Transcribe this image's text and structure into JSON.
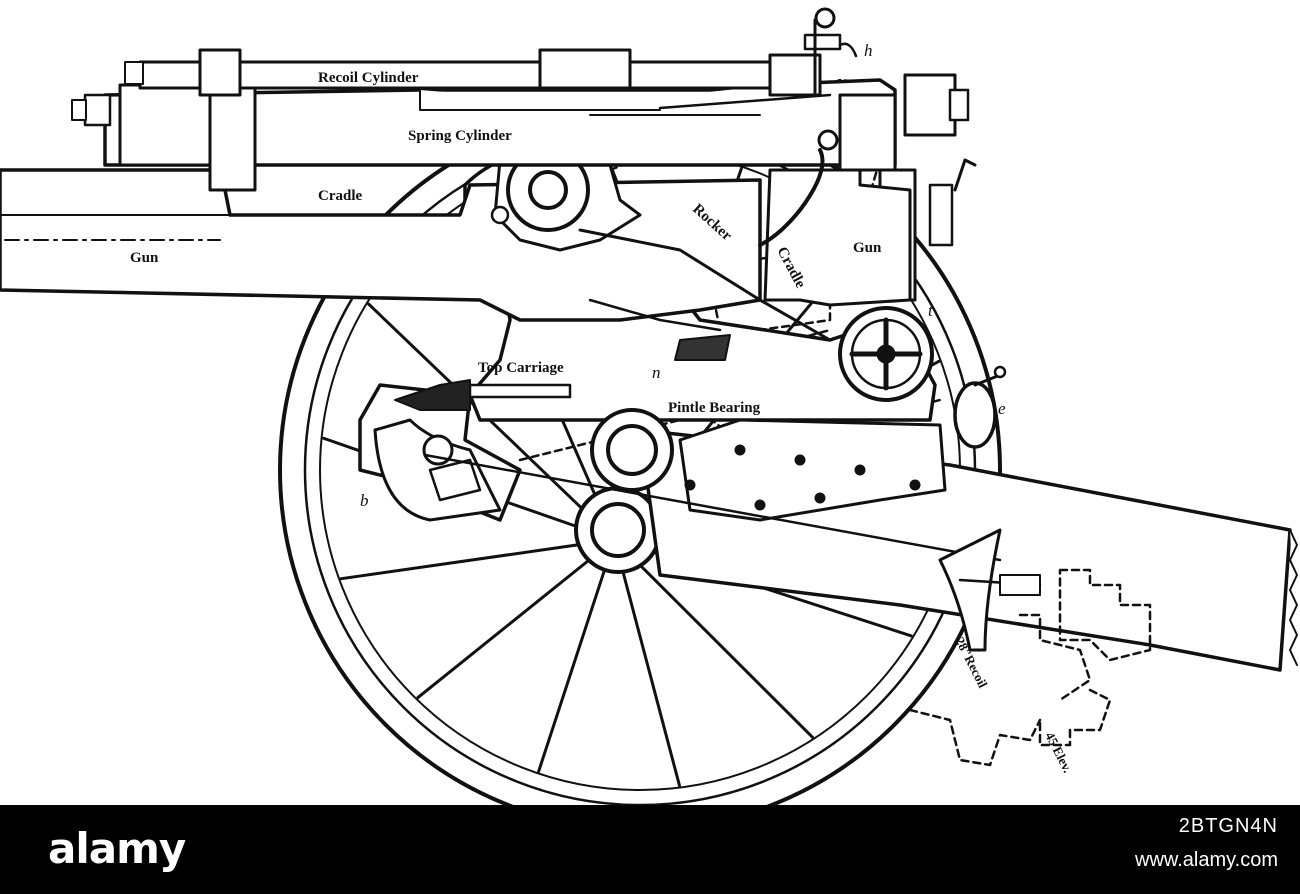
{
  "diagram": {
    "labels": {
      "recoil_cylinder": "Recoil Cylinder",
      "spring_cylinder": "Spring Cylinder",
      "cradle": "Cradle",
      "gun_left": "Gun",
      "gun_right": "Gun",
      "rocker": "Rocker",
      "cradle_small": "Cradle",
      "top_carriage": "Top Carriage",
      "pintle_bearing": "Pintle Bearing",
      "recoil_dim": "28\"Recoil",
      "elev_dim": "45 Elev."
    },
    "letters": {
      "h": "h",
      "t": "t",
      "e": "e",
      "b": "b",
      "n": "n"
    }
  },
  "watermark": {
    "logo": "alamy",
    "image_id": "2BTGN4N",
    "site": "www.alamy.com"
  }
}
